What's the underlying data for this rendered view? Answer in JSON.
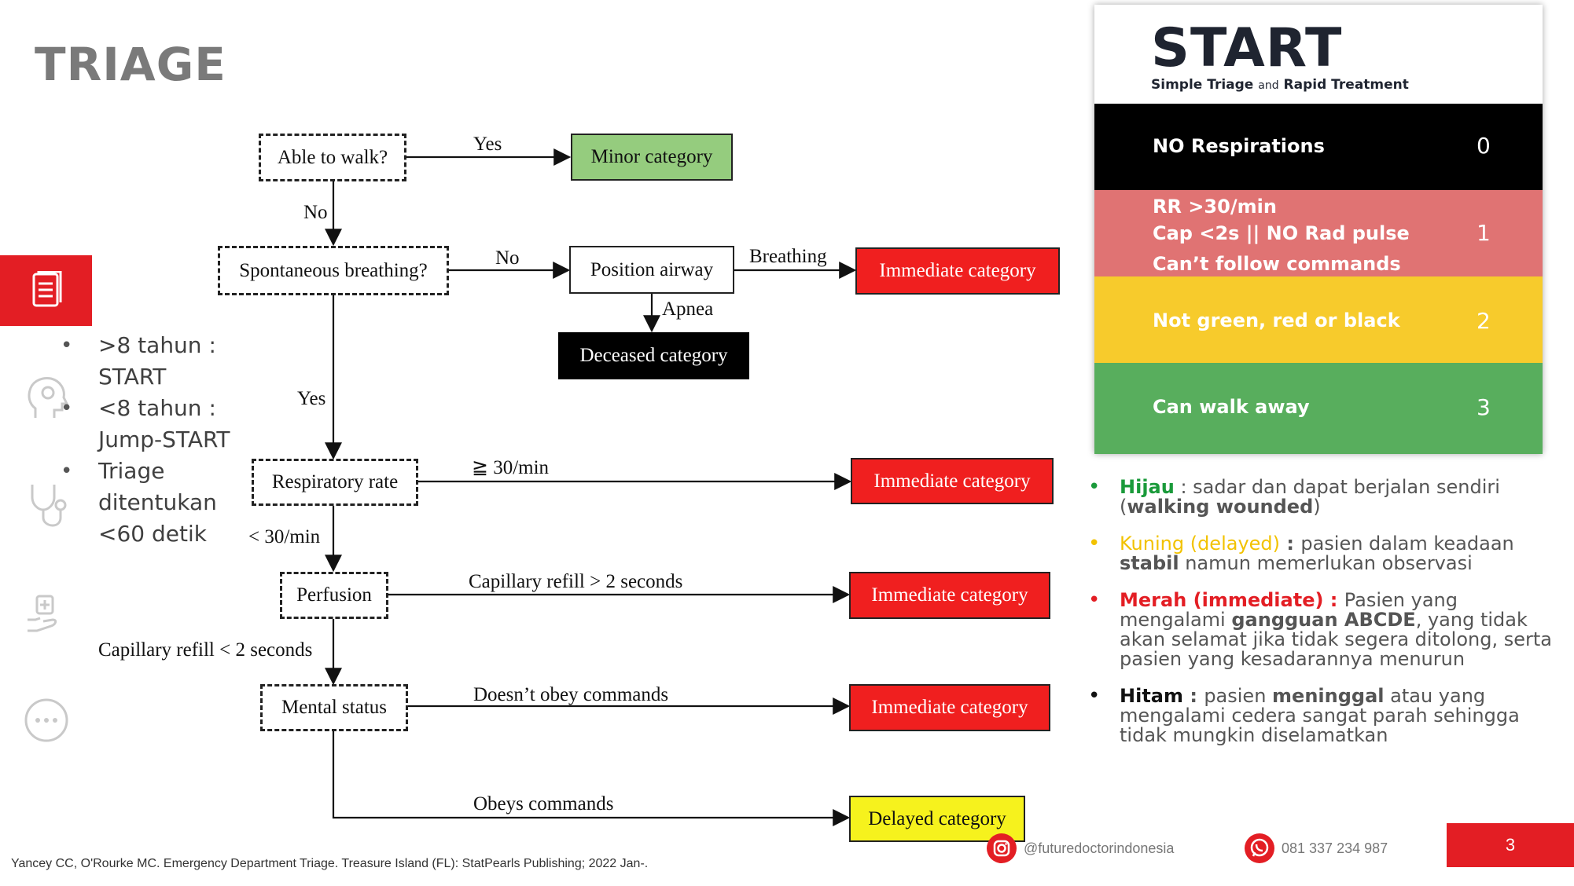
{
  "slide": {
    "title": "TRIAGE",
    "page_number": "3"
  },
  "sidebar": {
    "icons": [
      "document-icon",
      "head-gear-icon",
      "stethoscope-icon",
      "medical-hand-icon",
      "more-options-icon"
    ]
  },
  "bullets": [
    ">8 tahun : START",
    "<8 tahun : Jump-START",
    "Triage ditentukan <60 detik"
  ],
  "flowchart": {
    "nodes": {
      "walk": "Able to walk?",
      "breathing": "Spontaneous breathing?",
      "airway": "Position airway",
      "resp": "Respiratory rate",
      "perfusion": "Perfusion",
      "mental": "Mental status",
      "minor": "Minor category",
      "immediate1": "Immediate category",
      "deceased": "Deceased category",
      "immediate2": "Immediate category",
      "immediate3": "Immediate category",
      "immediate4": "Immediate category",
      "delayed": "Delayed category"
    },
    "edges": {
      "walk_yes": "Yes",
      "walk_no": "No",
      "breath_no": "No",
      "breath_yes": "Yes",
      "airway_breathing": "Breathing",
      "airway_apnea": "Apnea",
      "resp_high": "≧ 30/min",
      "resp_low": "< 30/min",
      "cap_high": "Capillary refill > 2 seconds",
      "cap_low": "Capillary refill < 2 seconds",
      "no_obey": "Doesn’t obey commands",
      "obey": "Obeys commands"
    }
  },
  "start_card": {
    "title": "START",
    "subtitle_a": "Simple Triage",
    "subtitle_and": "and",
    "subtitle_b": "Rapid Treatment",
    "rows": [
      {
        "lines": [
          "NO Respirations"
        ],
        "value": "0",
        "color": "#000000"
      },
      {
        "lines": [
          "RR >30/min",
          "Cap <2s || NO Rad pulse",
          "Can’t follow commands"
        ],
        "value": "1",
        "color": "#e07373"
      },
      {
        "lines": [
          "Not green, red or black"
        ],
        "value": "2",
        "color": "#f7cb2c"
      },
      {
        "lines": [
          "Can walk away"
        ],
        "value": "3",
        "color": "#58ae5d"
      }
    ]
  },
  "legend": {
    "hijau_term": "Hijau",
    "hijau_text_1": " : sadar dan dapat berjalan sendiri (",
    "hijau_bold": "walking wounded",
    "hijau_text_2": ")",
    "kuning_term": "Kuning (delayed)",
    "kuning_colon": " : ",
    "kuning_text_1": "pasien dalam keadaan ",
    "kuning_bold": "stabil",
    "kuning_text_2": " namun memerlukan observasi",
    "merah_term": "Merah (immediate)",
    "merah_colon": " : ",
    "merah_text_1": "Pasien yang mengalami ",
    "merah_bold": "gangguan ABCDE",
    "merah_text_2": ", yang tidak akan selamat jika tidak segera ditolong, serta pasien yang kesadarannya menurun",
    "hitam_term": "Hitam",
    "hitam_colon": " : ",
    "hitam_text_1": "pasien ",
    "hitam_bold": "meninggal",
    "hitam_text_2": " atau yang mengalami cedera sangat parah sehingga tidak mungkin diselamatkan",
    "colors": {
      "hijau": "#1a9a3a",
      "kuning": "#f2c200",
      "merah": "#e31e24",
      "hitam": "#111111"
    }
  },
  "footer": {
    "reference": "Yancey CC, O'Rourke MC. Emergency Department Triage. Treasure Island (FL): StatPearls Publishing; 2022 Jan-.",
    "instagram": "@futuredoctorindonesia",
    "phone": "081 337 234 987"
  }
}
